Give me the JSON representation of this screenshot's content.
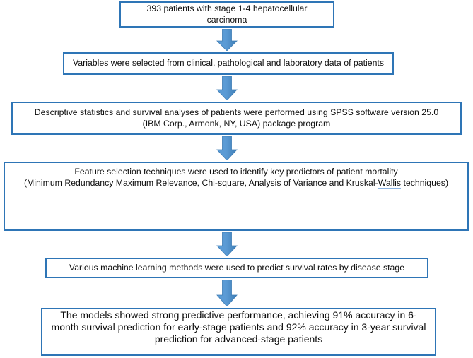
{
  "diagram": {
    "type": "flowchart",
    "orientation": "top-to-bottom",
    "accent_color": "#2E75B6",
    "arrow_color": "#4A90CC",
    "box_fill": "#FFFFFF",
    "text_color": "#0D0D0D",
    "nodes": [
      {
        "id": "node-cohort",
        "text": "393 patients with stage 1-4 hepatocellular carcinoma"
      },
      {
        "id": "node-variables",
        "text": "Variables were selected from clinical, pathological and laboratory data of patients"
      },
      {
        "id": "node-statistics",
        "text": "Descriptive statistics and survival analyses of patients were performed using SPSS software version 25.0\n(IBM Corp., Armonk, NY, USA) package program"
      },
      {
        "id": "node-feature-selection",
        "line1": "Feature selection techniques were used to identify key predictors of patient mortality",
        "line2_before": "(Minimum Redundancy Maximum Relevance, Chi-square, Analysis of Variance and Kruskal-",
        "line2_spell": "Wallis",
        "line2_after": " techniques)"
      },
      {
        "id": "node-machine-learning",
        "text": "Various machine learning methods were used to predict survival rates by disease stage"
      },
      {
        "id": "node-results",
        "text": "The models showed strong predictive performance, achieving 91% accuracy in 6-month survival prediction for early-stage patients and 92% accuracy in 3-year survival prediction for advanced-stage patients"
      }
    ],
    "connectors": [
      {
        "id": "arrow-1",
        "icon": "arrow-down-icon",
        "from": "node-cohort",
        "to": "node-variables"
      },
      {
        "id": "arrow-2",
        "icon": "arrow-down-icon",
        "from": "node-variables",
        "to": "node-statistics"
      },
      {
        "id": "arrow-3",
        "icon": "arrow-down-icon",
        "from": "node-statistics",
        "to": "node-feature-selection"
      },
      {
        "id": "arrow-4",
        "icon": "arrow-down-icon",
        "from": "node-feature-selection",
        "to": "node-machine-learning"
      },
      {
        "id": "arrow-5",
        "icon": "arrow-down-icon",
        "from": "node-machine-learning",
        "to": "node-results"
      }
    ]
  }
}
